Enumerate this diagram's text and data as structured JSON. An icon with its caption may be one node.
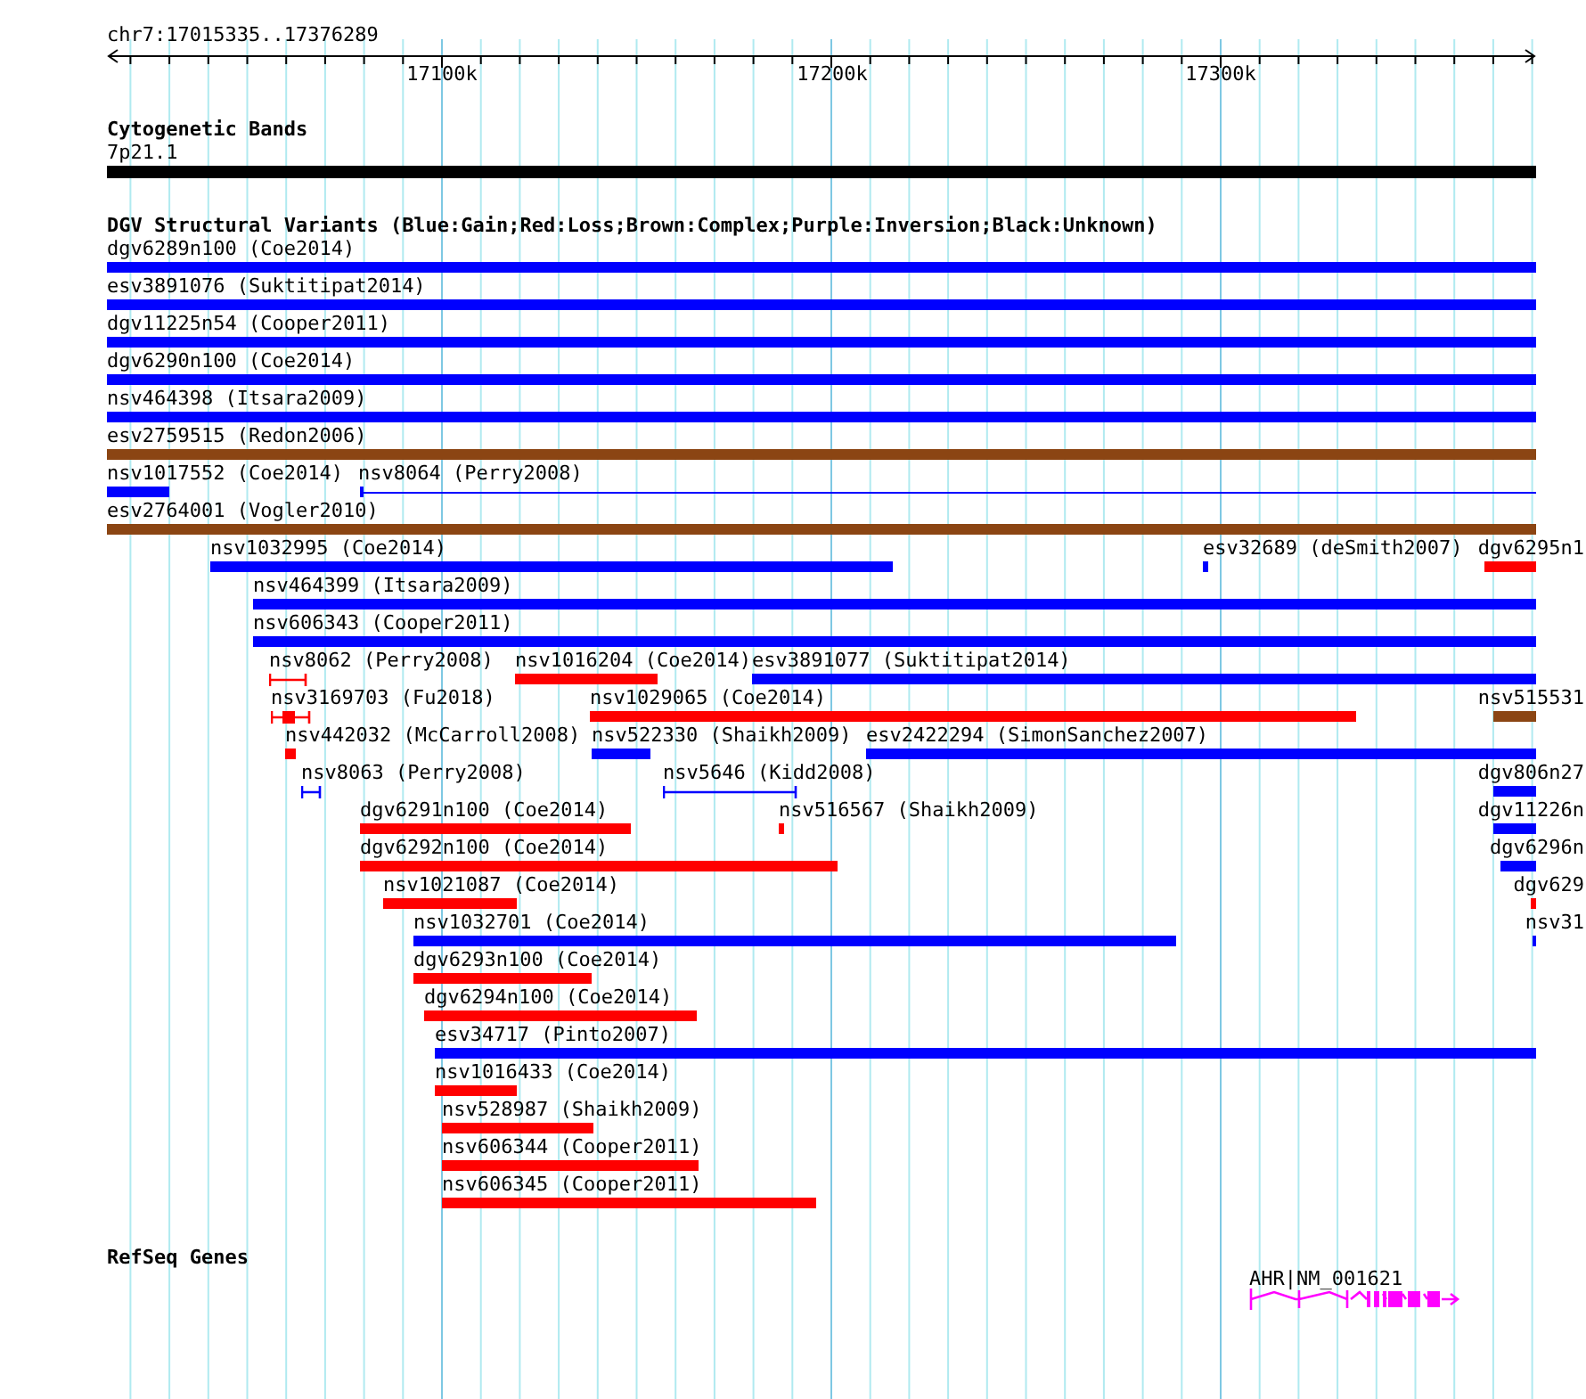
{
  "diagram": {
    "nodes": [
      {
        "text": [
          "7p21.1"
        ]
      },
      {
        "text": [
          "dgv6289n100 (Coe2014)"
        ]
      },
      {
        "text": [
          "esv3891076 (Suktitipat2014)"
        ]
      },
      {
        "text": [
          "dgv11225n54 (Cooper2011)"
        ]
      },
      {
        "text": [
          "dgv6290n100 (Coe2014)"
        ]
      },
      {
        "text": [
          "nsv464398 (Itsara2009)"
        ]
      },
      {
        "text": [
          "esv2759515 (Redon2006)"
        ]
      },
      {
        "text": [
          "nsv1017552 (Coe2014)"
        ]
      },
      {
        "text": [
          "nsv8064 (Perry2008)"
        ]
      },
      {
        "text": [
          "esv2764001 (Vogler2010)"
        ]
      },
      {
        "text": [
          "nsv1032995 (Coe2014)"
        ]
      },
      {
        "text": [
          "esv32689 (deSmith2007)"
        ]
      },
      {
        "text": [
          "dgv6295n1"
        ]
      },
      {
        "text": [
          "nsv464399 (Itsara2009)"
        ]
      },
      {
        "text": [
          "nsv606343 (Cooper2011)"
        ]
      },
      {
        "text": [
          "nsv8062 (Perry2008)"
        ]
      },
      {
        "text": [
          "nsv1016204 (Coe2014)"
        ]
      },
      {
        "text": [
          "esv3891077 (Suktitipat2014)"
        ]
      },
      {
        "text": [
          "nsv3169703 (Fu2018)"
        ]
      },
      {
        "text": [
          "nsv1029065 (Coe2014)"
        ]
      },
      {
        "text": [
          "nsv515531"
        ]
      },
      {
        "text": [
          "nsv442032 (McCarroll2008)"
        ]
      },
      {
        "text": [
          "nsv522330 (Shaikh2009)"
        ]
      },
      {
        "text": [
          "esv2422294 (SimonSanchez2007)"
        ]
      },
      {
        "text": [
          "nsv8063 (Perry2008)"
        ]
      },
      {
        "text": [
          "nsv5646 (Kidd2008)"
        ]
      },
      {
        "text": [
          "dgv806n27"
        ]
      },
      {
        "text": [
          "dgv6291n100 (Coe2014)"
        ]
      },
      {
        "text": [
          "nsv516567 (Shaikh2009)"
        ]
      },
      {
        "text": [
          "dgv11226n"
        ]
      },
      {
        "text": [
          "dgv6292n100 (Coe2014)"
        ]
      },
      {
        "text": [
          "dgv6296n"
        ]
      },
      {
        "text": [
          "nsv1021087 (Coe2014)"
        ]
      },
      {
        "text": [
          "dgv629"
        ]
      },
      {
        "text": [
          "nsv1032701 (Coe2014)"
        ]
      },
      {
        "text": [
          "nsv31"
        ]
      },
      {
        "text": [
          "dgv6293n100 (Coe2014)"
        ]
      },
      {
        "text": [
          "dgv6294n100 (Coe2014)"
        ]
      },
      {
        "text": [
          "esv34717 (Pinto2007)"
        ]
      },
      {
        "text": [
          "nsv1016433 (Coe2014)"
        ]
      },
      {
        "text": [
          "nsv528987 (Shaikh2009)"
        ]
      },
      {
        "text": [
          "nsv606344 (Cooper2011)"
        ]
      },
      {
        "text": [
          "nsv606345 (Cooper2011)"
        ]
      },
      {
        "text": [
          "AHR|NM_001621"
        ]
      }
    ],
    "labels": [
      "chr7:17015335..17376289",
      "17100k",
      "17200k",
      "17300k",
      "Cytogenetic Bands",
      "DGV Structural Variants (Blue:Gain;Red:Loss;Brown:Complex;Purple:Inversion;Black:Unknown)",
      "RefSeq Genes"
    ]
  }
}
